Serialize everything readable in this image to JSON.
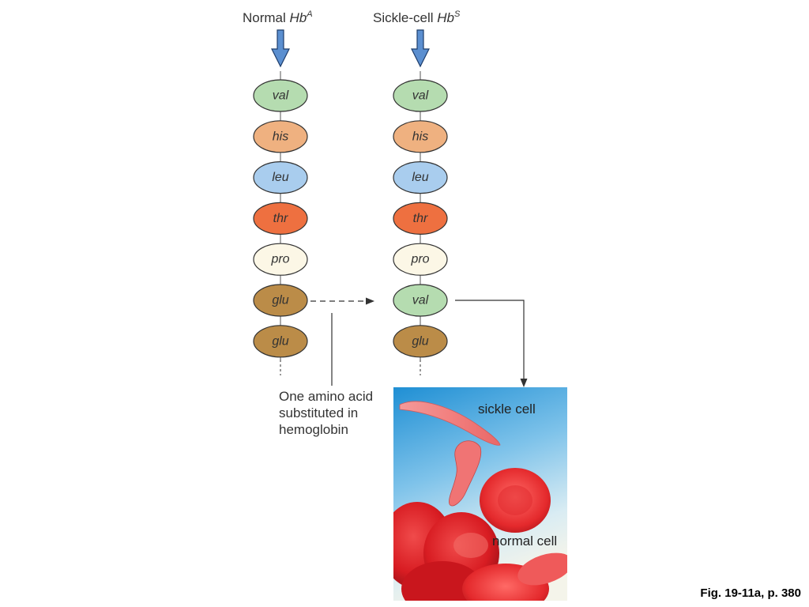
{
  "columns": {
    "normal": {
      "prefix": "Normal ",
      "hb": "Hb",
      "sup": "A",
      "chain": [
        "val",
        "his",
        "leu",
        "thr",
        "pro",
        "glu",
        "glu"
      ]
    },
    "sickle": {
      "prefix": "Sickle-cell ",
      "hb": "Hb",
      "sup": "S",
      "chain": [
        "val",
        "his",
        "leu",
        "thr",
        "pro",
        "val",
        "glu"
      ]
    }
  },
  "amino_acid_colors": {
    "val": "#b5dcb0",
    "his": "#efb180",
    "leu": "#a9cdee",
    "thr": "#ee7040",
    "pro": "#fcf7e6",
    "glu": "#bb8c48"
  },
  "arrow_color": "#5b8fd0",
  "annotation": {
    "line1": "One amino acid",
    "line2": "substituted in",
    "line3": "hemoglobin"
  },
  "photo": {
    "sickle_label": "sickle cell",
    "normal_label": "normal cell"
  },
  "figure_ref": "Fig. 19-11a, p. 380"
}
